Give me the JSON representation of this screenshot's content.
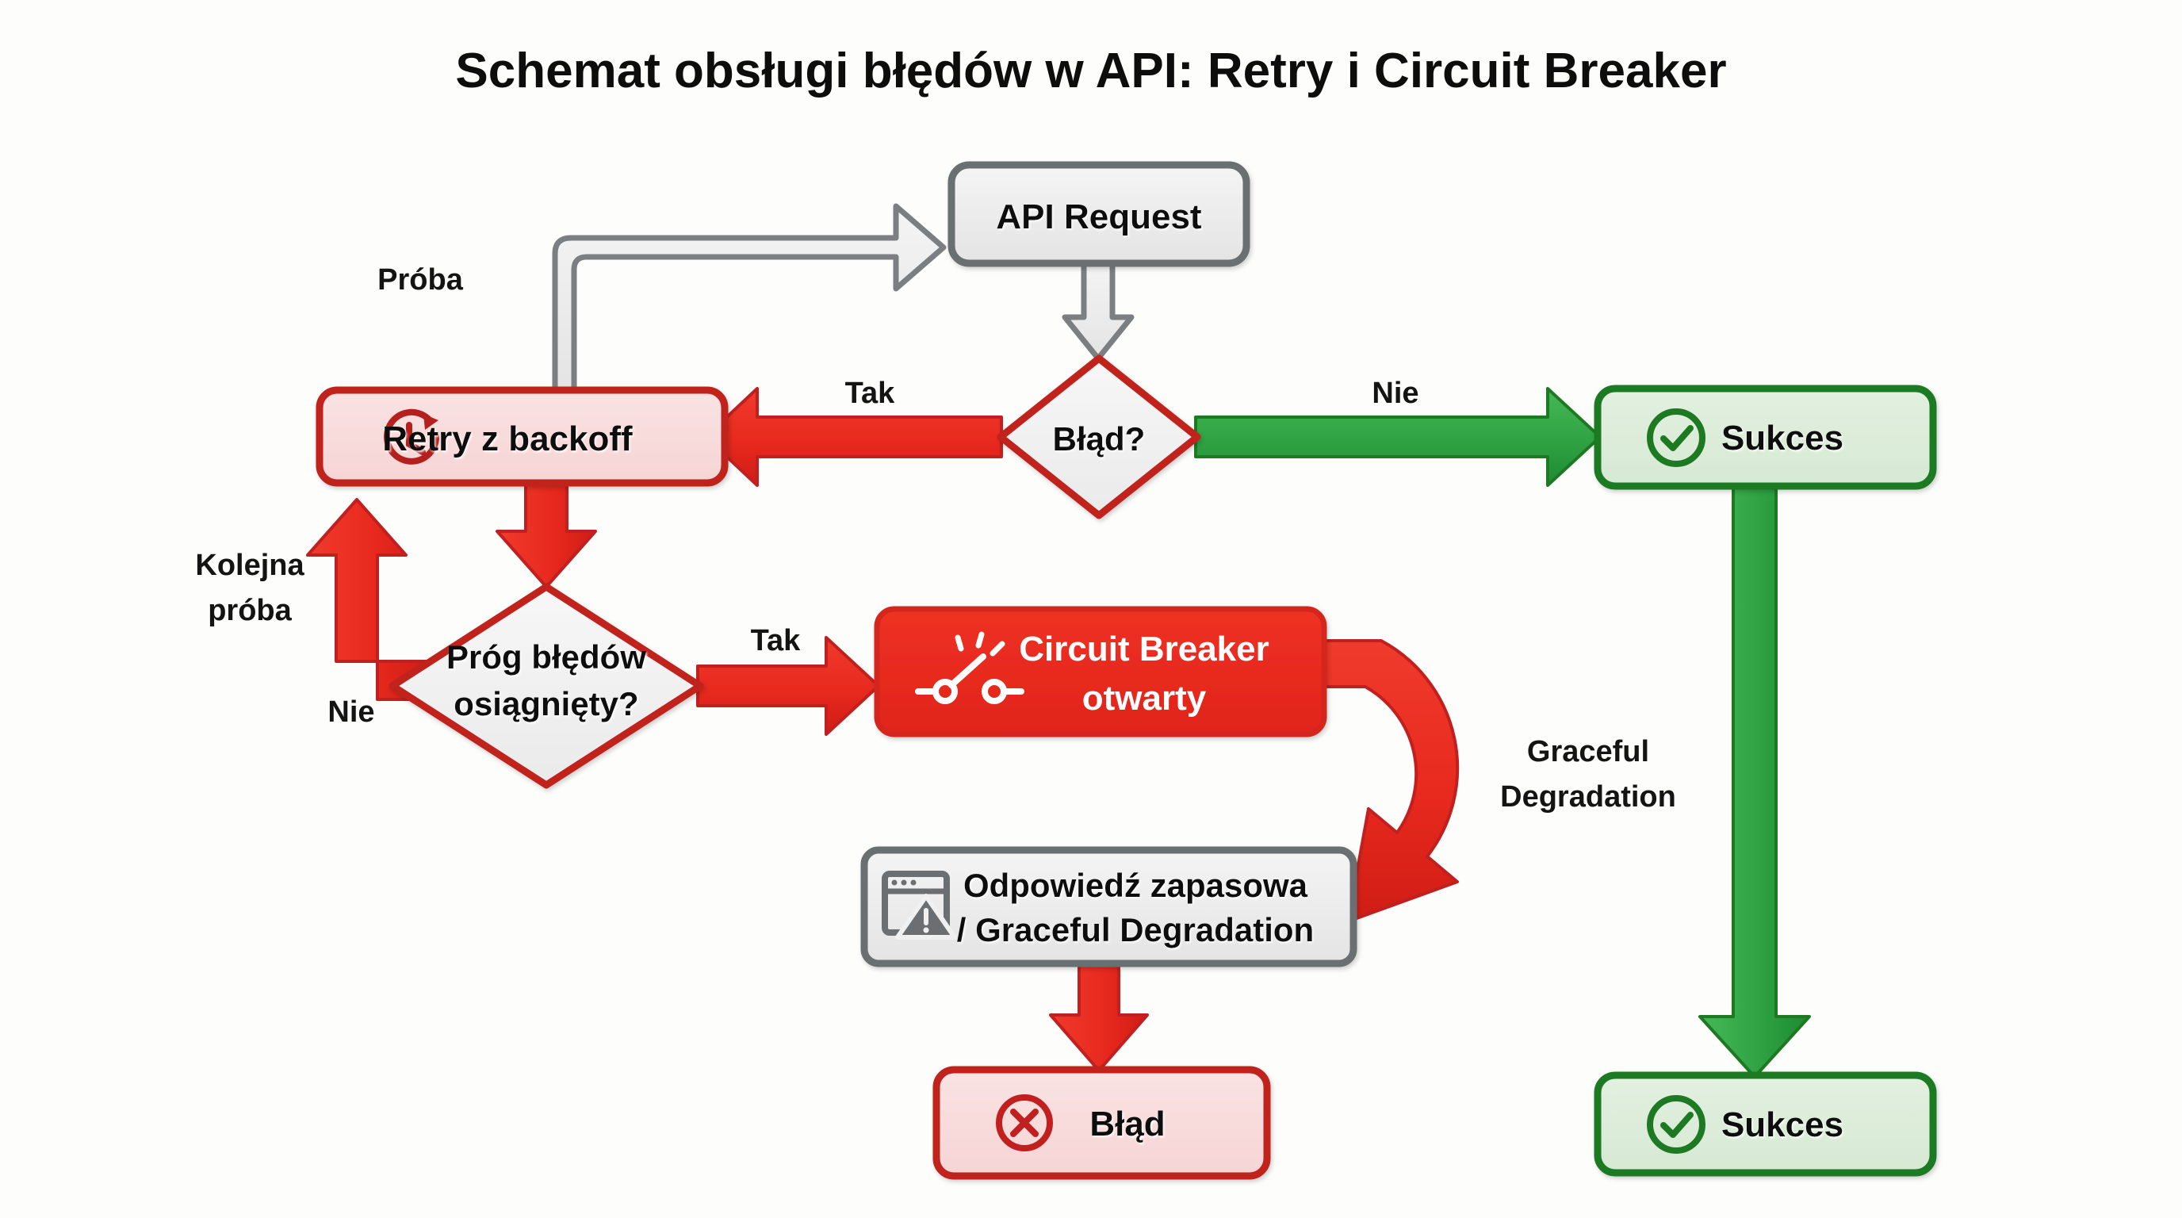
{
  "diagram": {
    "title": "Schemat obsługi błędów w API: Retry i Circuit Breaker",
    "background_color": "#fdfdfc",
    "type": "flowchart",
    "colors": {
      "red_border": "#c0201f",
      "red_fill_light": "#f8dada",
      "red_solid": "#e8291e",
      "red_arrow": "#e8291e",
      "green_border": "#1d7a23",
      "green_fill_light": "#dcedda",
      "green_arrow": "#35aa47",
      "gray_border": "#6b6f72",
      "gray_fill": "#eeeeee",
      "gray_arrow_fill": "#e9eaea",
      "text_dark": "#111111",
      "text_white": "#ffffff"
    },
    "nodes": [
      {
        "id": "api-request",
        "label": "API Request",
        "shape": "rounded-rect",
        "style": "gray",
        "icon": null
      },
      {
        "id": "blad-decision",
        "label": "Błąd?",
        "shape": "diamond",
        "style": "red-outline",
        "icon": null
      },
      {
        "id": "retry-backoff",
        "label": "Retry z backoff",
        "shape": "rounded-rect",
        "style": "red-light",
        "icon": "retry-clock-icon"
      },
      {
        "id": "prog-bledow",
        "label_line1": "Próg błędów",
        "label_line2": "osiągnięty?",
        "shape": "diamond",
        "style": "red-outline",
        "icon": null
      },
      {
        "id": "circuit-breaker",
        "label_line1": "Circuit Breaker",
        "label_line2": "otwarty",
        "shape": "rounded-rect",
        "style": "red-solid",
        "icon": "open-switch-icon"
      },
      {
        "id": "odpowiedz-zapasowa",
        "label_line1": "Odpowiedź zapasowa",
        "label_line2": "/ Graceful Degradation",
        "shape": "rounded-rect",
        "style": "gray",
        "icon": "window-warning-icon"
      },
      {
        "id": "blad-terminal",
        "label": "Błąd",
        "shape": "rounded-rect",
        "style": "red-light",
        "icon": "x-circle-icon"
      },
      {
        "id": "sukces-top",
        "label": "Sukces",
        "shape": "rounded-rect",
        "style": "green-light",
        "icon": "check-circle-icon"
      },
      {
        "id": "sukces-bottom",
        "label": "Sukces",
        "shape": "rounded-rect",
        "style": "green-light",
        "icon": "check-circle-icon"
      }
    ],
    "edges": [
      {
        "id": "retry-to-api",
        "label": "Próba",
        "color": "gray"
      },
      {
        "id": "api-to-decision",
        "label": "",
        "color": "gray"
      },
      {
        "id": "decision-to-retry",
        "label": "Tak",
        "color": "red"
      },
      {
        "id": "decision-to-sukces",
        "label": "Nie",
        "color": "green"
      },
      {
        "id": "retry-to-prog",
        "label": "",
        "color": "red"
      },
      {
        "id": "prog-no-to-retry",
        "label": "Nie",
        "color": "red"
      },
      {
        "id": "prog-no-to-retry-note",
        "label": "Kolejna próba",
        "color": "red"
      },
      {
        "id": "prog-yes-to-cb",
        "label": "Tak",
        "color": "red"
      },
      {
        "id": "cb-to-fallback",
        "label": "Graceful Degradation",
        "color": "red"
      },
      {
        "id": "fallback-to-blad",
        "label": "",
        "color": "red"
      },
      {
        "id": "sukces-top-to-bottom",
        "label": "",
        "color": "green"
      }
    ],
    "edge_labels": {
      "proba": "Próba",
      "tak_decision": "Tak",
      "nie_decision": "Nie",
      "kolejna_line1": "Kolejna",
      "kolejna_line2": "próba",
      "nie_prog": "Nie",
      "tak_prog": "Tak",
      "graceful_line1": "Graceful",
      "graceful_line2": "Degradation"
    }
  }
}
